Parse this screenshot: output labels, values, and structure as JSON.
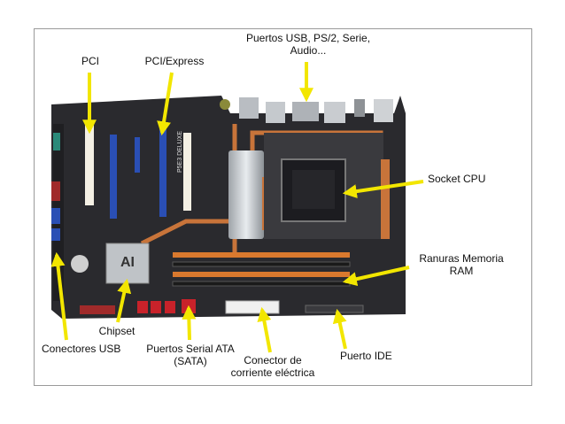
{
  "labels": {
    "pci": "PCI",
    "pci_express": "PCI/Express",
    "ports_line1": "Puertos USB, PS/2, Serie,",
    "ports_line2": "Audio...",
    "socket_cpu": "Socket CPU",
    "ram_line1": "Ranuras Memoria",
    "ram_line2": "RAM",
    "chipset": "Chipset",
    "usb_connectors": "Conectores USB",
    "sata_line1": "Puertos Serial ATA",
    "sata_line2": "(SATA)",
    "power_line1": "Conector de",
    "power_line2": "corriente eléctrica",
    "ide_port": "Puerto IDE",
    "board_brand": "P5E3 DELUXE"
  },
  "colors": {
    "arrow": "#f2e600",
    "board": "#2a2a2e",
    "copper": "#c8743a",
    "pci_slot": "#f4f0e4",
    "pcie_slot": "#2a4fb5",
    "ram_slot_orange": "#d9792e",
    "sata_red": "#c8222a",
    "frame_border": "#9a9a9a"
  }
}
